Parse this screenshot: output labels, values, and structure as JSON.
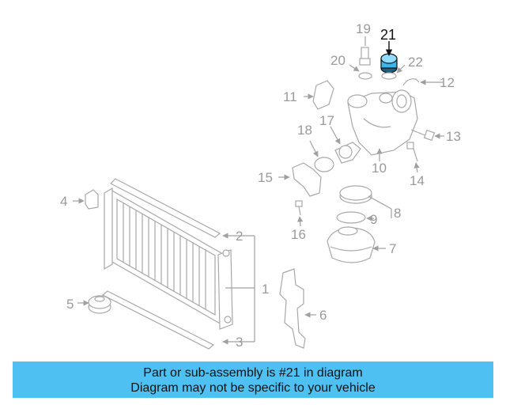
{
  "diagram": {
    "highlighted_part": "21",
    "callouts": [
      "1",
      "2",
      "3",
      "4",
      "5",
      "6",
      "7",
      "8",
      "9",
      "10",
      "11",
      "12",
      "13",
      "14",
      "15",
      "16",
      "17",
      "18",
      "19",
      "20",
      "21",
      "22"
    ]
  },
  "banner": {
    "line1": "Part or sub-assembly is #21 in diagram",
    "line2": "Diagram may not be specific to your vehicle"
  },
  "colors": {
    "banner_bg": "#4fc0f2",
    "highlight_part": "#3db5e8",
    "line_art": "#a8a8a8"
  }
}
